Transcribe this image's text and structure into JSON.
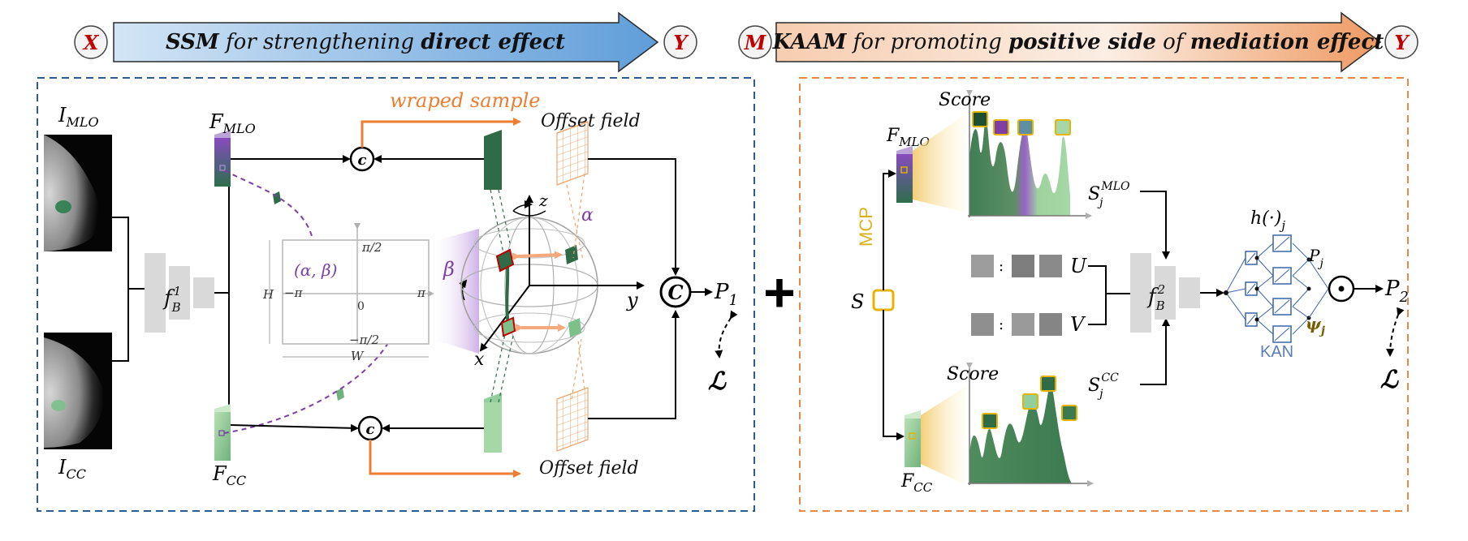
{
  "banner_left": {
    "from": "X",
    "to": "Y",
    "part1": "SSM",
    "part2": " for strengthening ",
    "part3": "direct effect",
    "color_from": "#b9d6ef",
    "color_to": "#5a9ad8"
  },
  "banner_right": {
    "from": "M",
    "to": "Y",
    "part1": "KAAM",
    "part2": " for promoting ",
    "part3": "positive side",
    "part4": " of ",
    "part5": "mediation effect",
    "color_from": "#f6c8a8",
    "color_to": "#ef9862"
  },
  "left": {
    "i_mlo": "I",
    "i_mlo_sub": "MLO",
    "i_cc": "I",
    "i_cc_sub": "CC",
    "f_mlo": "F",
    "f_mlo_sub": "MLO",
    "f_cc": "F",
    "f_cc_sub": "CC",
    "backbone": "f",
    "backbone_sub": "B",
    "backbone_sup": "1",
    "wraped": "wraped sample",
    "offset_top": "Offset field",
    "offset_bottom": "Offset field",
    "concat": "c",
    "concat_big": "C",
    "coord": "(α, β)",
    "pi_half": "π/2",
    "neg_pi_half": "−π/2",
    "neg_pi": "−π",
    "pi": "π",
    "zero": "0",
    "h": "H",
    "w": "W",
    "beta": "β",
    "alpha": "α",
    "ax_x": "x",
    "ax_y": "y",
    "ax_z": "z",
    "p1": "P",
    "p1_sub": "1",
    "loss": "ℒ"
  },
  "plus": "+",
  "right": {
    "score_top": "Score",
    "score_bottom": "Score",
    "f_mlo": "F",
    "f_mlo_sub": "MLO",
    "f_cc": "F",
    "f_cc_sub": "CC",
    "mcp": "MCP",
    "s": "S",
    "sj_mlo": "S",
    "sj_mlo_sub": "j",
    "sj_mlo_sup": "MLO",
    "sj_cc": "S",
    "sj_cc_sub": "j",
    "sj_cc_sup": "CC",
    "u": "U",
    "v": "V",
    "colon": ":",
    "backbone": "f",
    "backbone_sub": "B",
    "backbone_sup": "2",
    "h": "h(·)",
    "h_sub": "j",
    "pj": "P",
    "pj_sub": "j",
    "psi": "ψ",
    "psi_sub": "j",
    "kan": "KAN",
    "odot": "⊙",
    "p2": "P",
    "p2_sub": "2",
    "loss": "ℒ"
  },
  "colors": {
    "blue_dash": "#2f5b93",
    "orange_dash": "#e8894a",
    "orange": "#ed7d31",
    "purple": "#7d3fa4",
    "dark_green": "#2e6b46",
    "light_green": "#93cf9d",
    "red": "#c00000",
    "gold": "#e4b400",
    "kan_blue": "#3a64a8"
  }
}
